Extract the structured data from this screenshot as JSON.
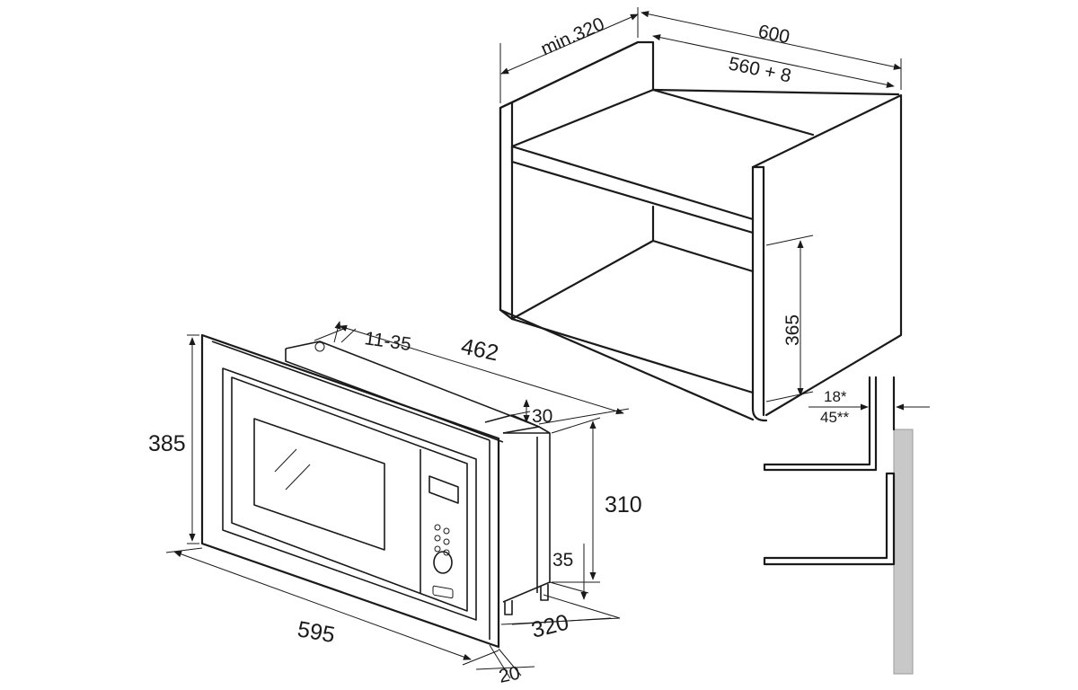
{
  "cabinet": {
    "depth_min": "min.320",
    "width_outer": "600",
    "width_inner": "560 + 8",
    "niche_height": "365"
  },
  "oven": {
    "frame_height": "385",
    "frame_width": "595",
    "body_depth": "462",
    "body_height": "310",
    "gap_range": "11-35",
    "top_offset": "30",
    "feet_height": "35",
    "base_depth": "320",
    "frame_thickness": "20"
  },
  "wall_detail": {
    "panel_thickness_a": "18*",
    "panel_thickness_b": "45**"
  }
}
